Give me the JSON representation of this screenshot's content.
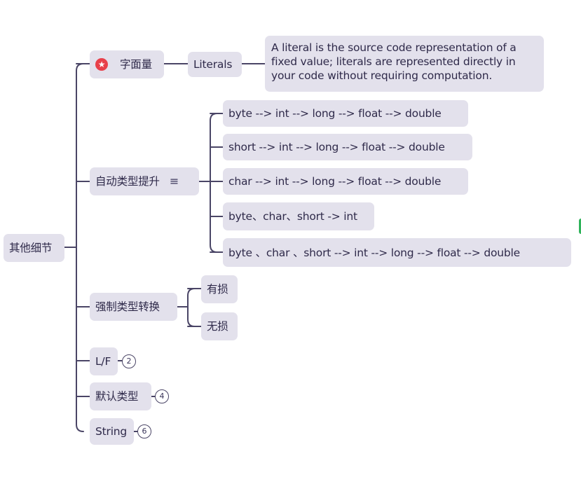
{
  "root": {
    "label": "其他细节"
  },
  "nodes": {
    "literals_cn": {
      "label": "字面量",
      "icon": "star-icon",
      "icon_color": "#e8404a",
      "icon_glyph": "★"
    },
    "literals_en": {
      "label": "Literals"
    },
    "literals_def": {
      "text": "A literal is the source code representation of a fixed value; literals are represented directly in your code without requiring computation."
    },
    "auto_promo": {
      "label": "自动类型提升",
      "icon": "note-icon",
      "icon_glyph": "≡"
    },
    "promo_items": [
      "byte --> int --> long --> float --> double",
      "short --> int --> long --> float --> double",
      "char --> int --> long --> float --> double",
      "byte、char、short -> int",
      "byte 、char 、short --> int --> long --> float --> double"
    ],
    "cast": {
      "label": "强制类型转换"
    },
    "cast_items": [
      "有损",
      "无损"
    ],
    "lf": {
      "label": "L/F",
      "count": "2"
    },
    "default_type": {
      "label": "默认类型",
      "count": "4"
    },
    "string": {
      "label": "String",
      "count": "6"
    }
  },
  "colors": {
    "node_bg": "#e3e1ec",
    "line": "#4a4566",
    "text": "#2f2a4a"
  }
}
